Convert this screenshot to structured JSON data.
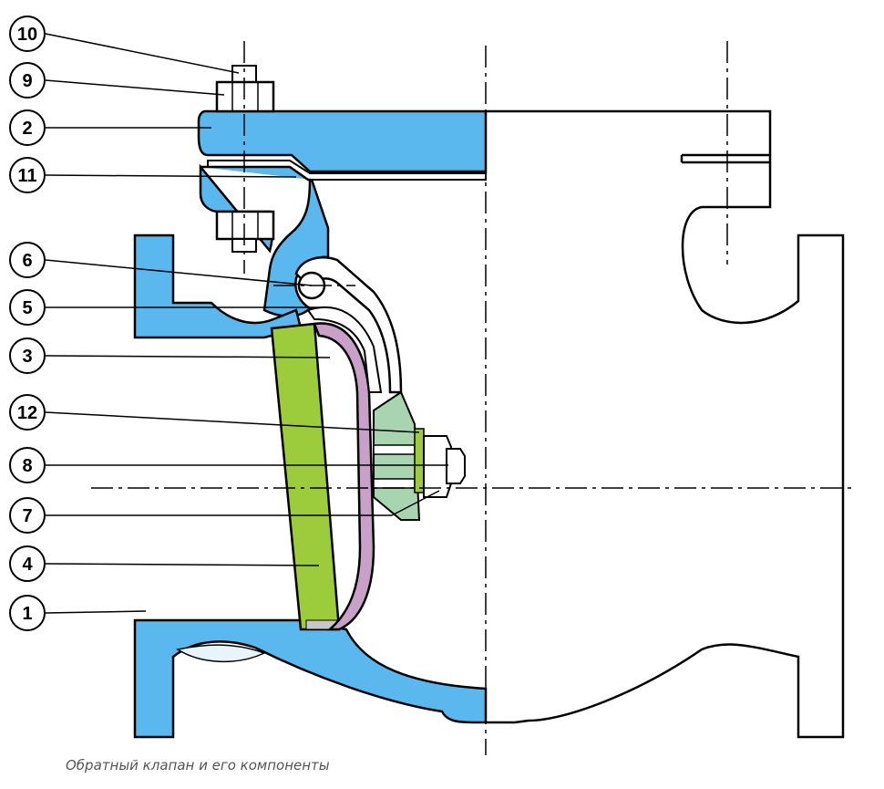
{
  "caption": "Обратный клапан и его компоненты",
  "colors": {
    "body": "#5ab8ee",
    "disc": "#9ccc3c",
    "seat_ring": "#c8a0c8",
    "hinge_nut": "#a8d4b0",
    "outline": "#000000"
  },
  "callouts": [
    {
      "id": "c10",
      "label": "10"
    },
    {
      "id": "c9",
      "label": "9"
    },
    {
      "id": "c2",
      "label": "2"
    },
    {
      "id": "c11",
      "label": "11"
    },
    {
      "id": "c6",
      "label": "6"
    },
    {
      "id": "c5",
      "label": "5"
    },
    {
      "id": "c3",
      "label": "3"
    },
    {
      "id": "c12",
      "label": "12"
    },
    {
      "id": "c8",
      "label": "8"
    },
    {
      "id": "c7",
      "label": "7"
    },
    {
      "id": "c4",
      "label": "4"
    },
    {
      "id": "c1",
      "label": "1"
    }
  ]
}
